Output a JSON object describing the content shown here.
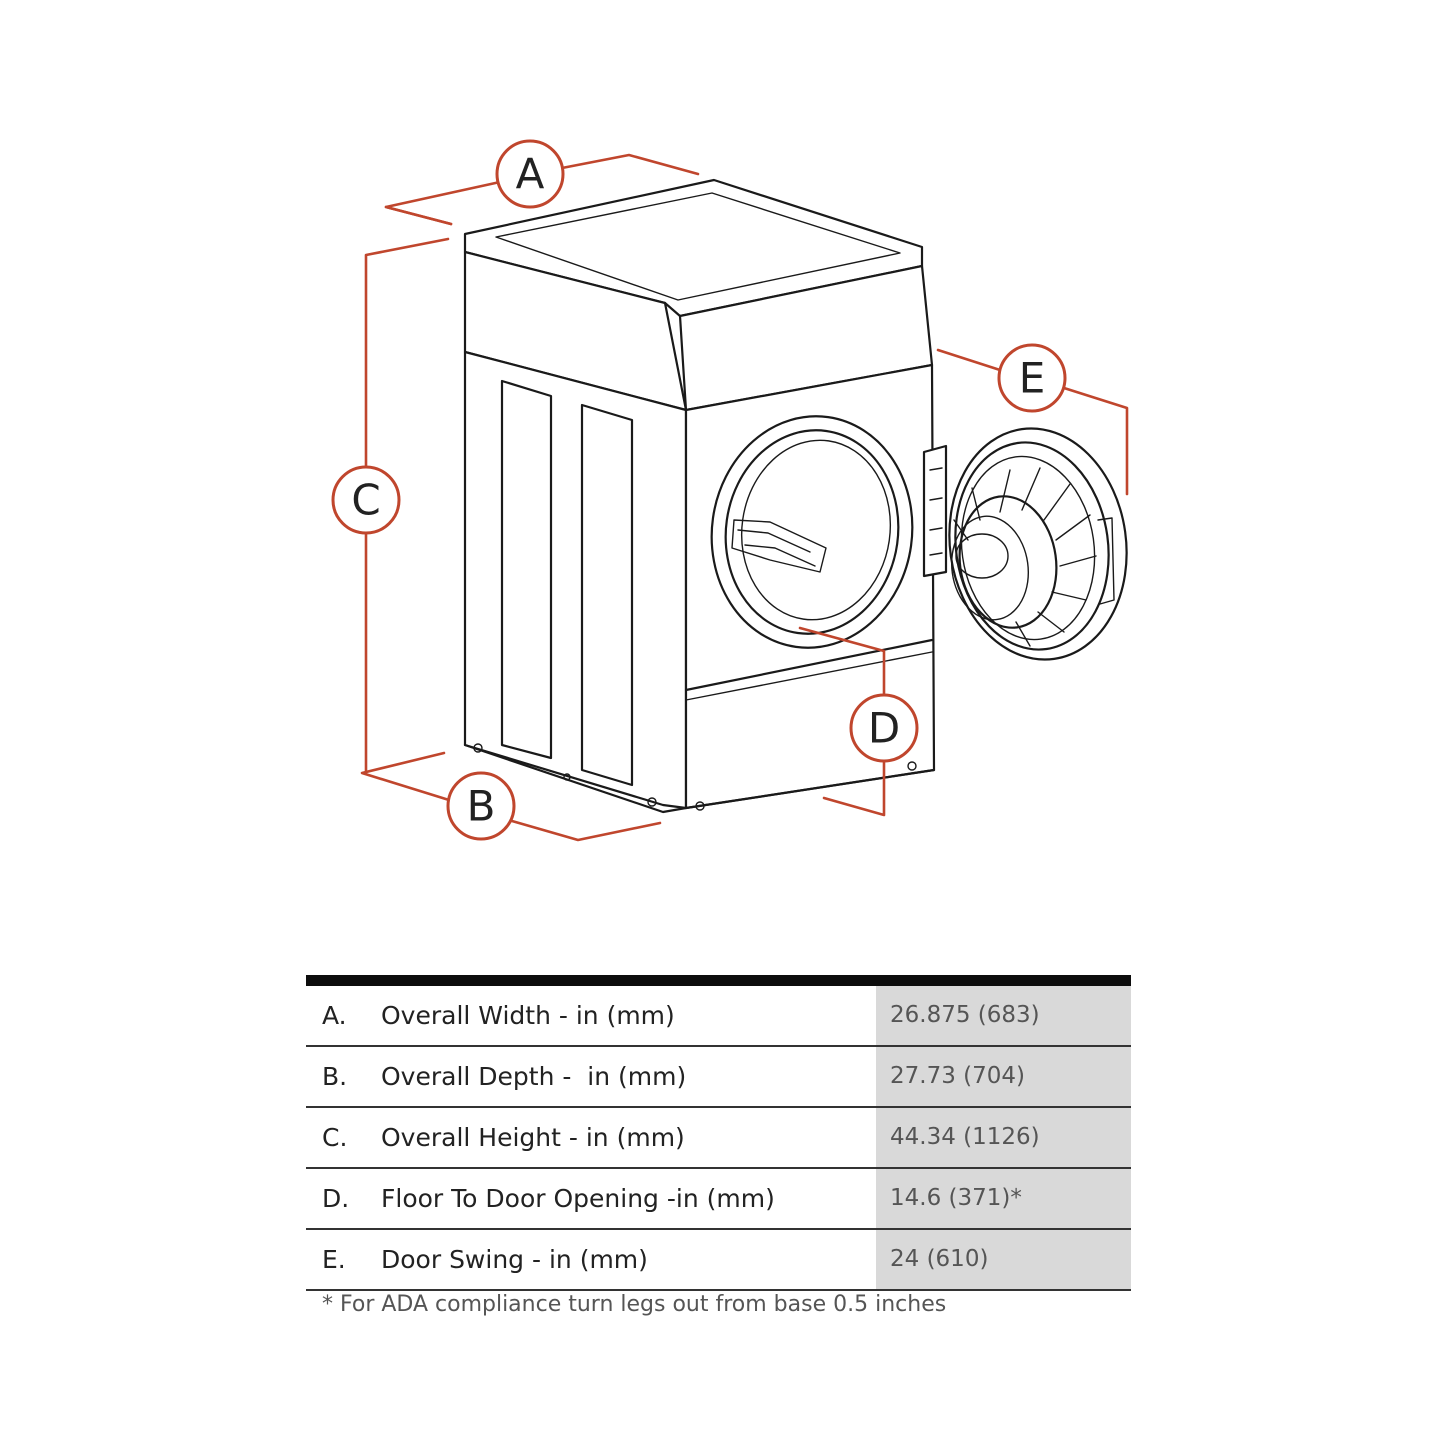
{
  "colors": {
    "accent": "#c0462d",
    "ink": "#1a1a1a",
    "value_cell_bg": "#d9d9d9"
  },
  "diagram": {
    "subject": "front-load dryer with open door",
    "callouts": {
      "a": "A",
      "b": "B",
      "c": "C",
      "d": "D",
      "e": "E"
    }
  },
  "spec_table": {
    "rows": [
      {
        "letter": "A.",
        "label": "Overall Width - in (mm)",
        "value": "26.875 (683)"
      },
      {
        "letter": "B.",
        "label": "Overall Depth -  in (mm)",
        "value": "27.73 (704)"
      },
      {
        "letter": "C.",
        "label": "Overall Height - in (mm)",
        "value": "44.34 (1126)"
      },
      {
        "letter": "D.",
        "label": "Floor To Door Opening -in (mm)",
        "value": "14.6 (371)*"
      },
      {
        "letter": "E.",
        "label": "Door Swing - in (mm)",
        "value": "24 (610)"
      }
    ],
    "footnote": "* For ADA compliance turn legs out from base 0.5 inches"
  }
}
